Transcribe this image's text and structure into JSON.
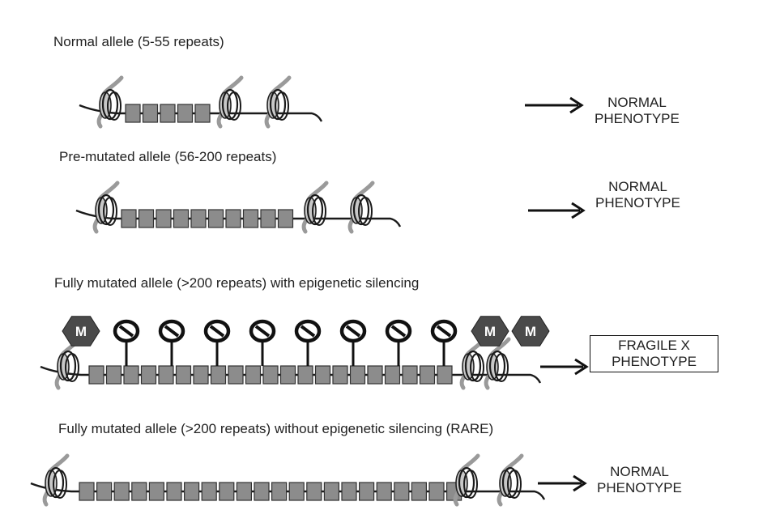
{
  "rows": [
    {
      "label": "Normal allele (5-55 repeats)",
      "phenotype_line1": "NORMAL",
      "phenotype_line2": "PHENOTYPE",
      "boxed": false,
      "repeat_count": 5,
      "methylation_marks": 0,
      "blocked_sites": 0
    },
    {
      "label": "Pre-mutated allele (56-200 repeats)",
      "phenotype_line1": "NORMAL",
      "phenotype_line2": "PHENOTYPE",
      "boxed": false,
      "repeat_count": 10,
      "methylation_marks": 0,
      "blocked_sites": 0
    },
    {
      "label": "Fully mutated allele (>200 repeats) with epigenetic silencing",
      "phenotype_line1": "FRAGILE X",
      "phenotype_line2": "PHENOTYPE",
      "boxed": true,
      "repeat_count": 21,
      "methylation_marks": 3,
      "blocked_sites": 8
    },
    {
      "label": "Fully mutated allele (>200 repeats) without epigenetic silencing (RARE)",
      "phenotype_line1": "NORMAL",
      "phenotype_line2": "PHENOTYPE",
      "boxed": false,
      "repeat_count": 22,
      "methylation_marks": 0,
      "blocked_sites": 0
    }
  ],
  "methyl_mark_text": "M",
  "icons": {
    "nucleosome": "nucleosome-icon",
    "repeat": "cgg-repeat-icon",
    "methyl": "methyl-hexagon-icon",
    "blocked": "blocked-sign-icon",
    "arrow": "arrow-right-icon"
  },
  "colors": {
    "repeat_fill": "#8c8c8c",
    "nucleosome_fill": "#c8c8c8",
    "histone_tail": "#9a9a9a",
    "methyl_fill": "#4a4a4a",
    "dna_line": "#1a1a1a"
  }
}
